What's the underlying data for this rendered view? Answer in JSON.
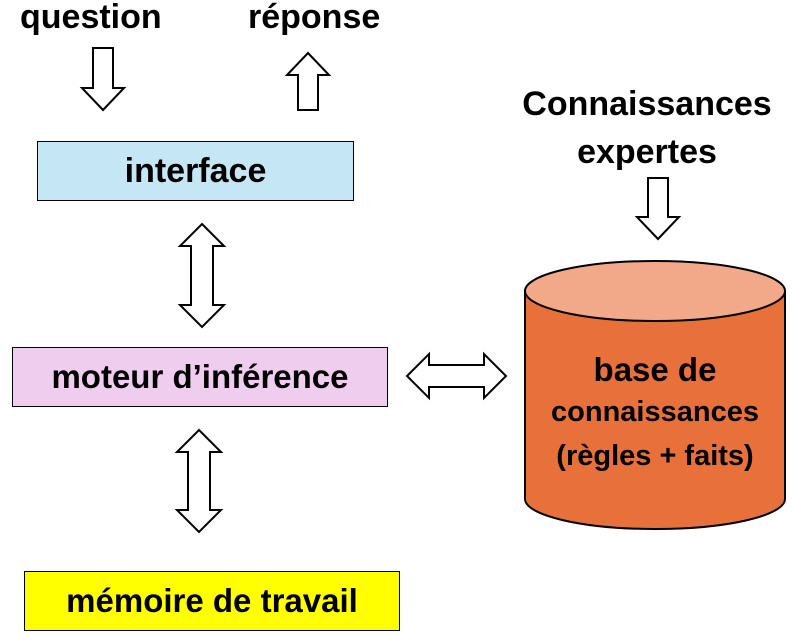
{
  "labels": {
    "question": "question",
    "reponse": "réponse",
    "connaissances_line1": "Connaissances",
    "connaissances_line2": "expertes"
  },
  "boxes": {
    "interface": "interface",
    "moteur": "moteur d’inférence",
    "memoire": "mémoire de travail"
  },
  "database": {
    "line1": "base de",
    "line2": "connaissances",
    "line3": "(règles + faits)"
  },
  "colors": {
    "interface_fill": "#c5e6f4",
    "moteur_fill": "#efcdee",
    "memoire_fill": "#ffff00",
    "cylinder_body": "#e8703a",
    "cylinder_top": "#f2a98a"
  }
}
